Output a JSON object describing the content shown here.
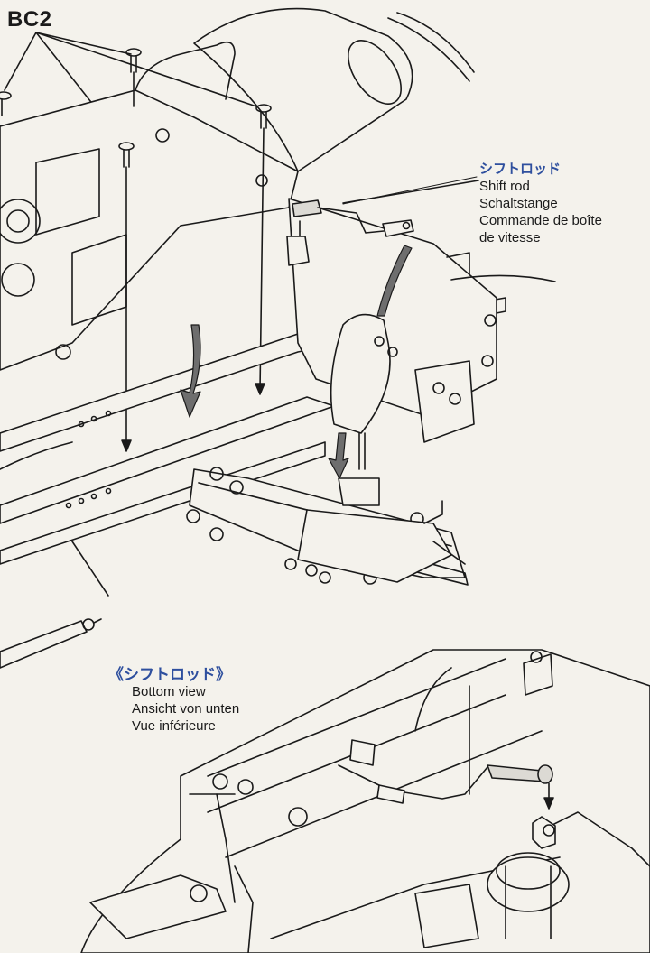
{
  "part_code": "BC2",
  "shift_rod_callout": {
    "japanese": "シフトロッド",
    "english": "Shift rod",
    "german": "Schaltstange",
    "french_line1": "Commande de boîte",
    "french_line2": "de vitesse"
  },
  "bottom_view_callout": {
    "japanese": "《シフトロッド》",
    "english": "Bottom view",
    "german": "Ansicht von unten",
    "french": "Vue inférieure"
  },
  "colors": {
    "line": "#1a1a1a",
    "paper": "#f4f2ec",
    "accent": "#2e4f9e",
    "arrow_fill": "#6e6e6e"
  }
}
